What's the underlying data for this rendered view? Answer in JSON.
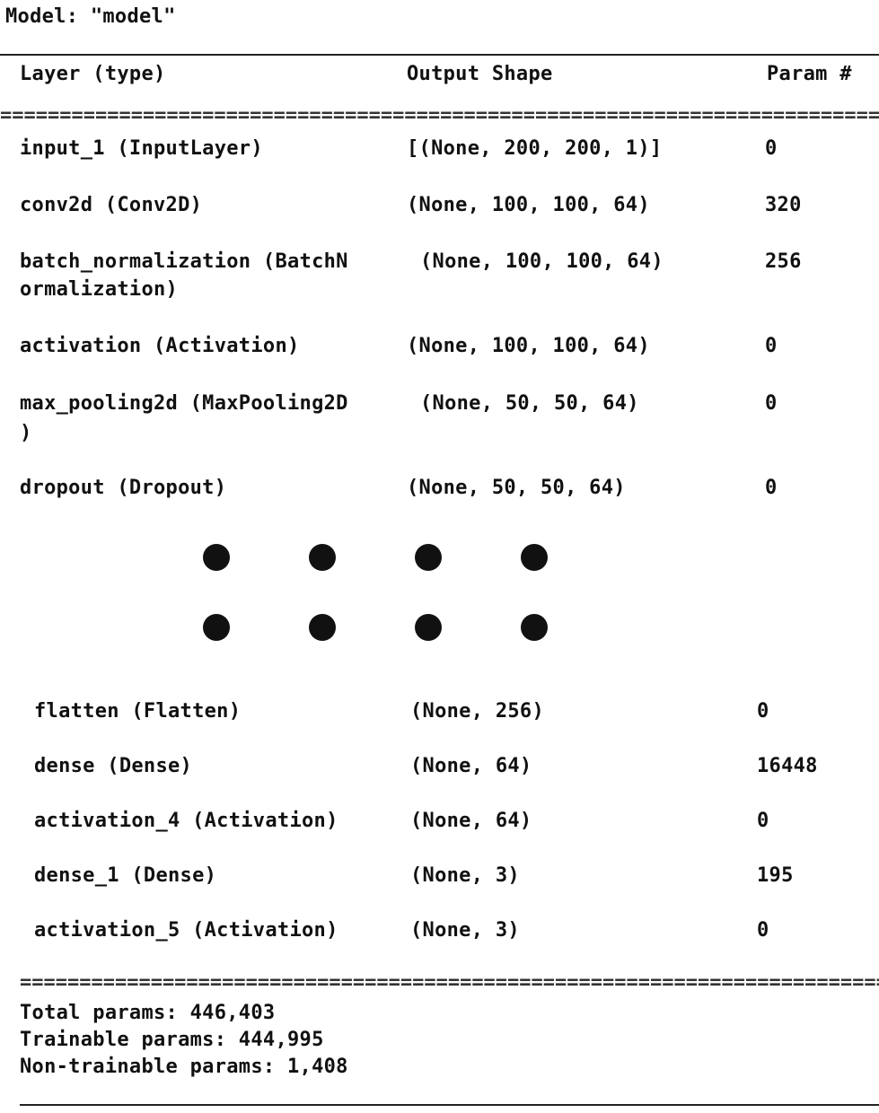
{
  "model_title": "Model: \"model\"",
  "headers": {
    "layer": "Layer (type)",
    "shape": "Output Shape",
    "params": "Param #"
  },
  "divider": "==================================================================================================",
  "top_layers": [
    {
      "name": "input_1 (InputLayer)",
      "shape": "[(None, 200, 200, 1)]",
      "params": "0"
    },
    {
      "name": "conv2d (Conv2D)",
      "shape": "(None, 100, 100, 64)",
      "params": "320"
    },
    {
      "name": "batch_normalization (BatchN",
      "name_cont": "ormalization)",
      "shape": "(None, 100, 100, 64)",
      "params": "256"
    },
    {
      "name": "activation (Activation)",
      "shape": "(None, 100, 100, 64)",
      "params": "0"
    },
    {
      "name": "max_pooling2d (MaxPooling2D",
      "name_cont": ")",
      "shape": "(None, 50, 50, 64)",
      "params": "0"
    },
    {
      "name": "dropout (Dropout)",
      "shape": "(None, 50, 50, 64)",
      "params": "0"
    }
  ],
  "bottom_layers": [
    {
      "name": "flatten (Flatten)",
      "shape": "(None, 256)",
      "params": "0"
    },
    {
      "name": "dense (Dense)",
      "shape": "(None, 64)",
      "params": "16448"
    },
    {
      "name": "activation_4 (Activation)",
      "shape": "(None, 64)",
      "params": "0"
    },
    {
      "name": "dense_1 (Dense)",
      "shape": "(None, 3)",
      "params": "195"
    },
    {
      "name": "activation_5 (Activation)",
      "shape": "(None, 3)",
      "params": "0"
    }
  ],
  "summary": {
    "total": "Total params: 446,403",
    "trainable": "Trainable params: 444,995",
    "non_trainable": "Non-trainable params: 1,408"
  }
}
